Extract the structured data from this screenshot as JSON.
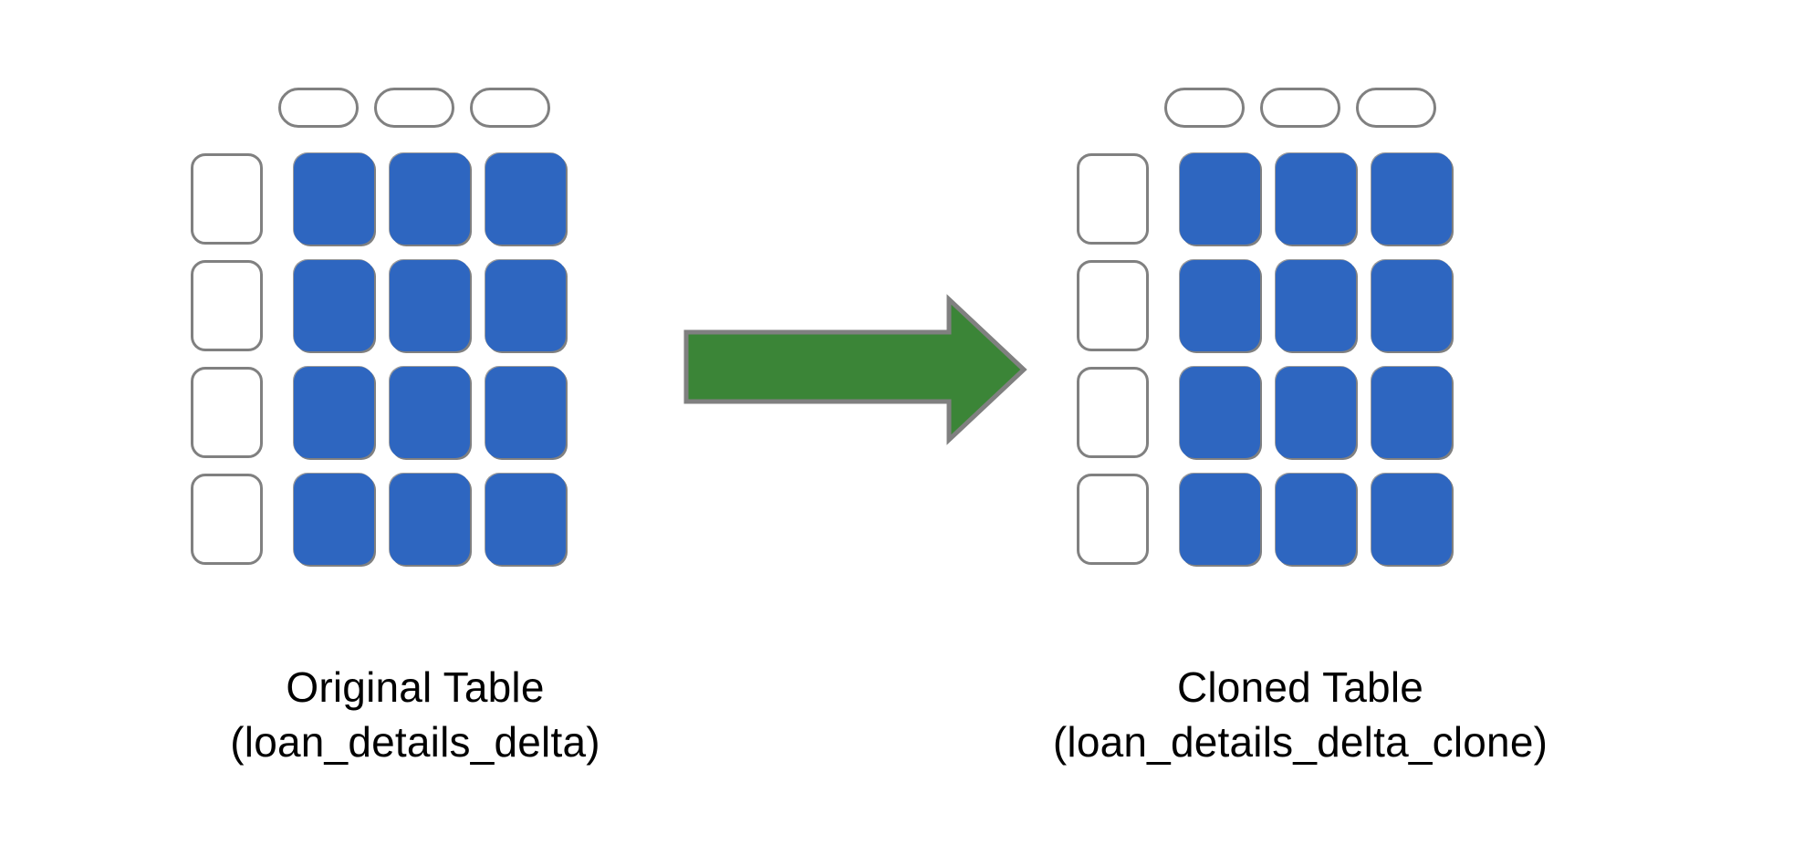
{
  "diagram": {
    "type": "table-clone-flow",
    "background_color": "#ffffff",
    "colors": {
      "data_cell_fill": "#2E66C0",
      "cell_border": "#808080",
      "empty_cell_fill": "#ffffff",
      "arrow_fill": "#3B8537",
      "arrow_border": "#808080",
      "caption_text": "#000000"
    },
    "left_table": {
      "name": "original-table",
      "column_header_count": 3,
      "row_count": 4,
      "data_column_count": 3,
      "has_row_label_column": true,
      "column_headers": [
        "",
        "",
        ""
      ],
      "rows": [
        {
          "row_label": "",
          "cells": [
            "",
            "",
            ""
          ]
        },
        {
          "row_label": "",
          "cells": [
            "",
            "",
            ""
          ]
        },
        {
          "row_label": "",
          "cells": [
            "",
            "",
            ""
          ]
        },
        {
          "row_label": "",
          "cells": [
            "",
            "",
            ""
          ]
        }
      ],
      "caption_line1": "Original Table",
      "caption_line2": "(loan_details_delta)"
    },
    "arrow": {
      "name": "clone-arrow",
      "direction": "right",
      "label": ""
    },
    "right_table": {
      "name": "cloned-table",
      "column_header_count": 3,
      "row_count": 4,
      "data_column_count": 3,
      "has_row_label_column": true,
      "column_headers": [
        "",
        "",
        ""
      ],
      "rows": [
        {
          "row_label": "",
          "cells": [
            "",
            "",
            ""
          ]
        },
        {
          "row_label": "",
          "cells": [
            "",
            "",
            ""
          ]
        },
        {
          "row_label": "",
          "cells": [
            "",
            "",
            ""
          ]
        },
        {
          "row_label": "",
          "cells": [
            "",
            "",
            ""
          ]
        }
      ],
      "caption_line1": "Cloned Table",
      "caption_line2": "(loan_details_delta_clone)"
    }
  }
}
